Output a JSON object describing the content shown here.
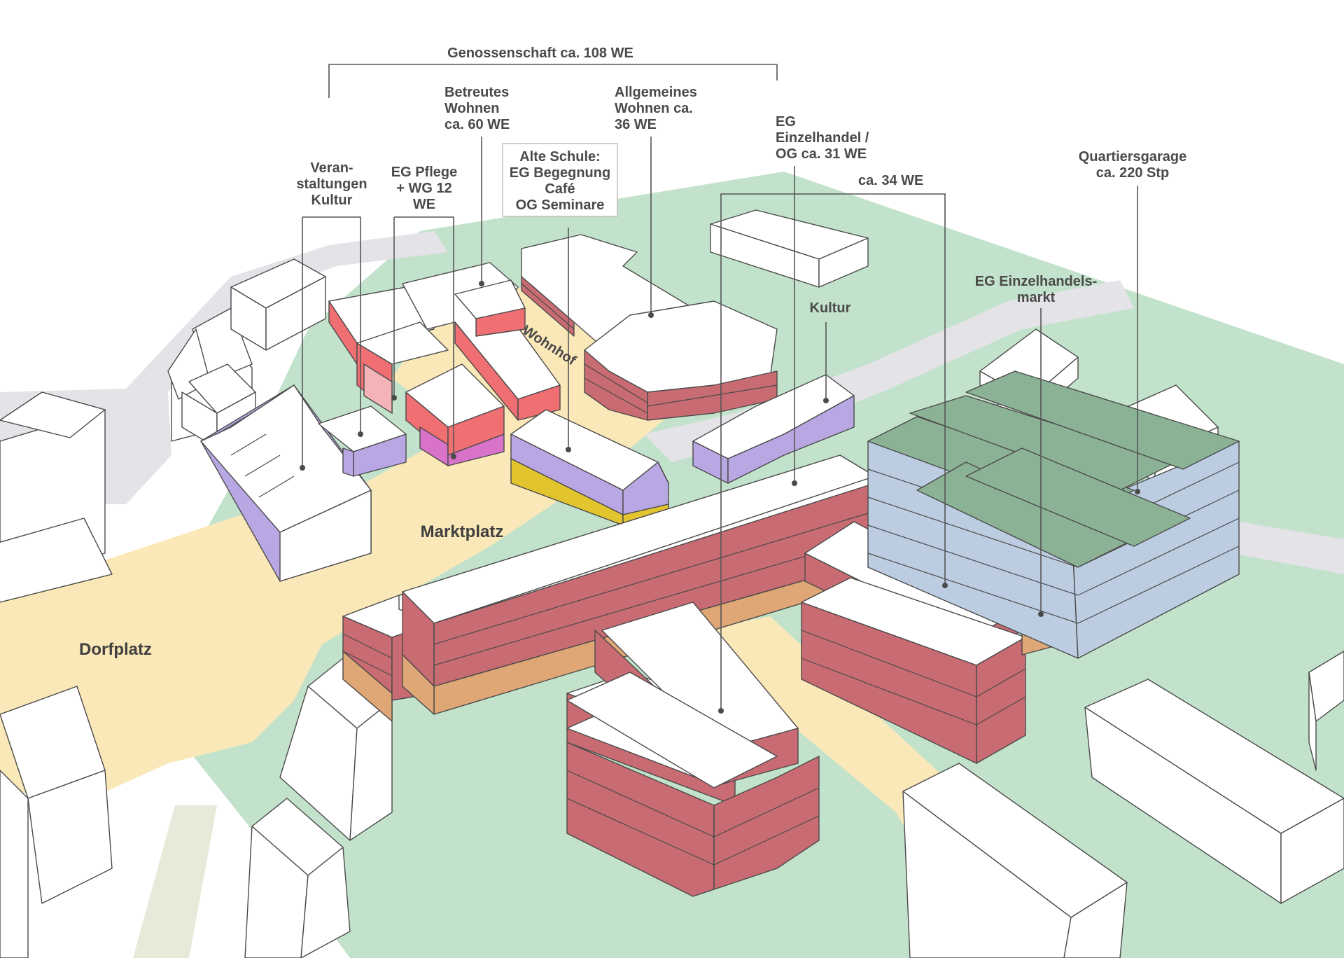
{
  "colors": {
    "background": "#ffffff",
    "green_space": "#c3e2cb",
    "plaza": "#fbe8b8",
    "road": "#e3e3e8",
    "residential": "#c96b72",
    "residential_bright": "#ef6f73",
    "care": "#f4b3b7",
    "care_magenta": "#d873c9",
    "culture": "#b9a7e3",
    "cafe": "#e2c42e",
    "retail": "#dfa676",
    "garage": "#bccde2",
    "garage_roof": "#8cb296",
    "existing_buildings": "#ffffff",
    "label_text": "#4a4a4a"
  },
  "labels": {
    "genossenschaft": "Genossenschaft ca. 108 WE",
    "betreutes": [
      "Betreutes",
      "Wohnen",
      "ca. 60 WE"
    ],
    "allgemeines": [
      "Allgemeines",
      "Wohnen ca.",
      "36 WE"
    ],
    "eg_einzelhandel": [
      "EG",
      "Einzelhandel /",
      "OG ca. 31 WE"
    ],
    "ca34": "ca. 34 WE",
    "quartiersgarage": [
      "Quartiersgarage",
      "ca. 220 Stp"
    ],
    "alte_schule": [
      "Alte Schule:",
      "EG Begegnung",
      "Café",
      "OG Seminare"
    ],
    "eg_pflege": [
      "EG Pflege",
      "+ WG 12",
      "WE"
    ],
    "veranstaltungen": [
      "Veran-",
      "staltungen",
      "Kultur"
    ],
    "kultur": "Kultur",
    "einzelhandelsmarkt": [
      "EG Einzelhandels-",
      "markt"
    ],
    "wohnhof": "Wohnhof",
    "marktplatz": "Marktplatz",
    "dorfplatz": "Dorfplatz"
  }
}
